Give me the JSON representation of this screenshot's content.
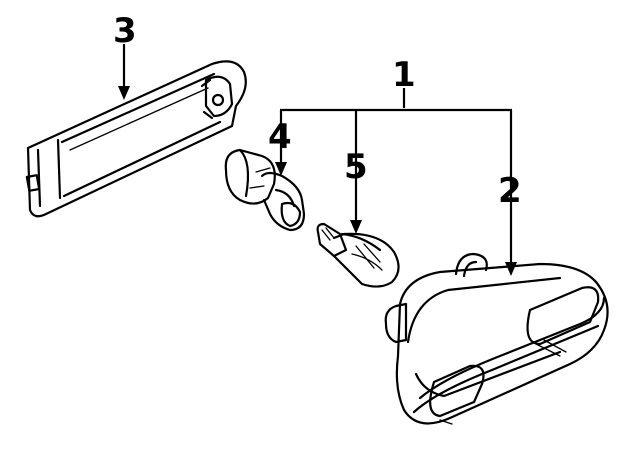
{
  "callouts": {
    "c1": "1",
    "c2": "2",
    "c3": "3",
    "c4": "4",
    "c5": "5"
  },
  "colors": {
    "ink": "#000000",
    "background": "#ffffff"
  }
}
